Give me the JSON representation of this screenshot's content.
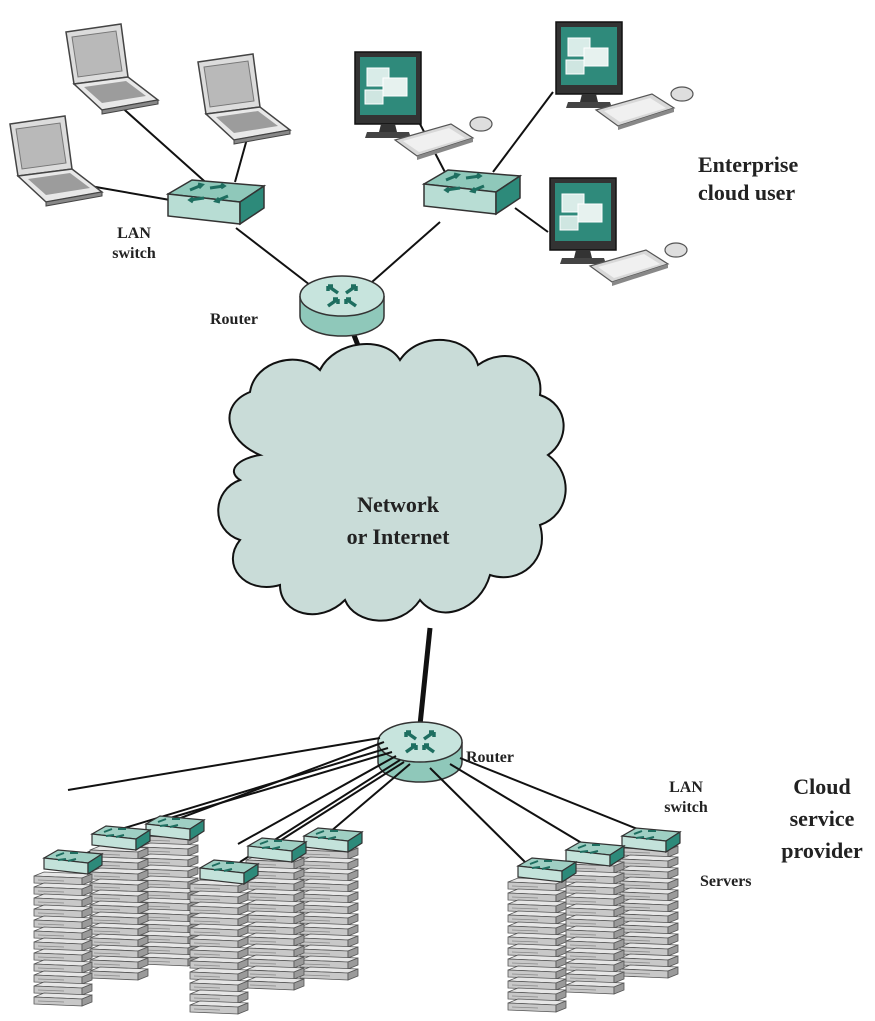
{
  "diagram": {
    "labels": {
      "enterprise": [
        "Enterprise",
        "cloud user"
      ],
      "lan_switch_top": [
        "LAN",
        "switch"
      ],
      "router_top": "Router",
      "network": [
        "Network",
        "or Internet"
      ],
      "router_bottom": "Router",
      "lan_switch_bottom": [
        "LAN",
        "switch"
      ],
      "cloud_provider": [
        "Cloud",
        "service",
        "provider"
      ],
      "servers": "Servers"
    },
    "colors": {
      "teal": "#2d8a7a",
      "teal_light": "#9fcfc3",
      "cloud_fill": "#c9dcd8",
      "server_gray": "#c8c8c8",
      "line": "#111111"
    },
    "icons": {
      "laptop": "laptop-icon",
      "desktop": "desktop-computer-icon",
      "switch": "lan-switch-icon",
      "router": "router-icon",
      "cloud": "cloud-icon",
      "server_rack": "server-rack-icon"
    }
  }
}
